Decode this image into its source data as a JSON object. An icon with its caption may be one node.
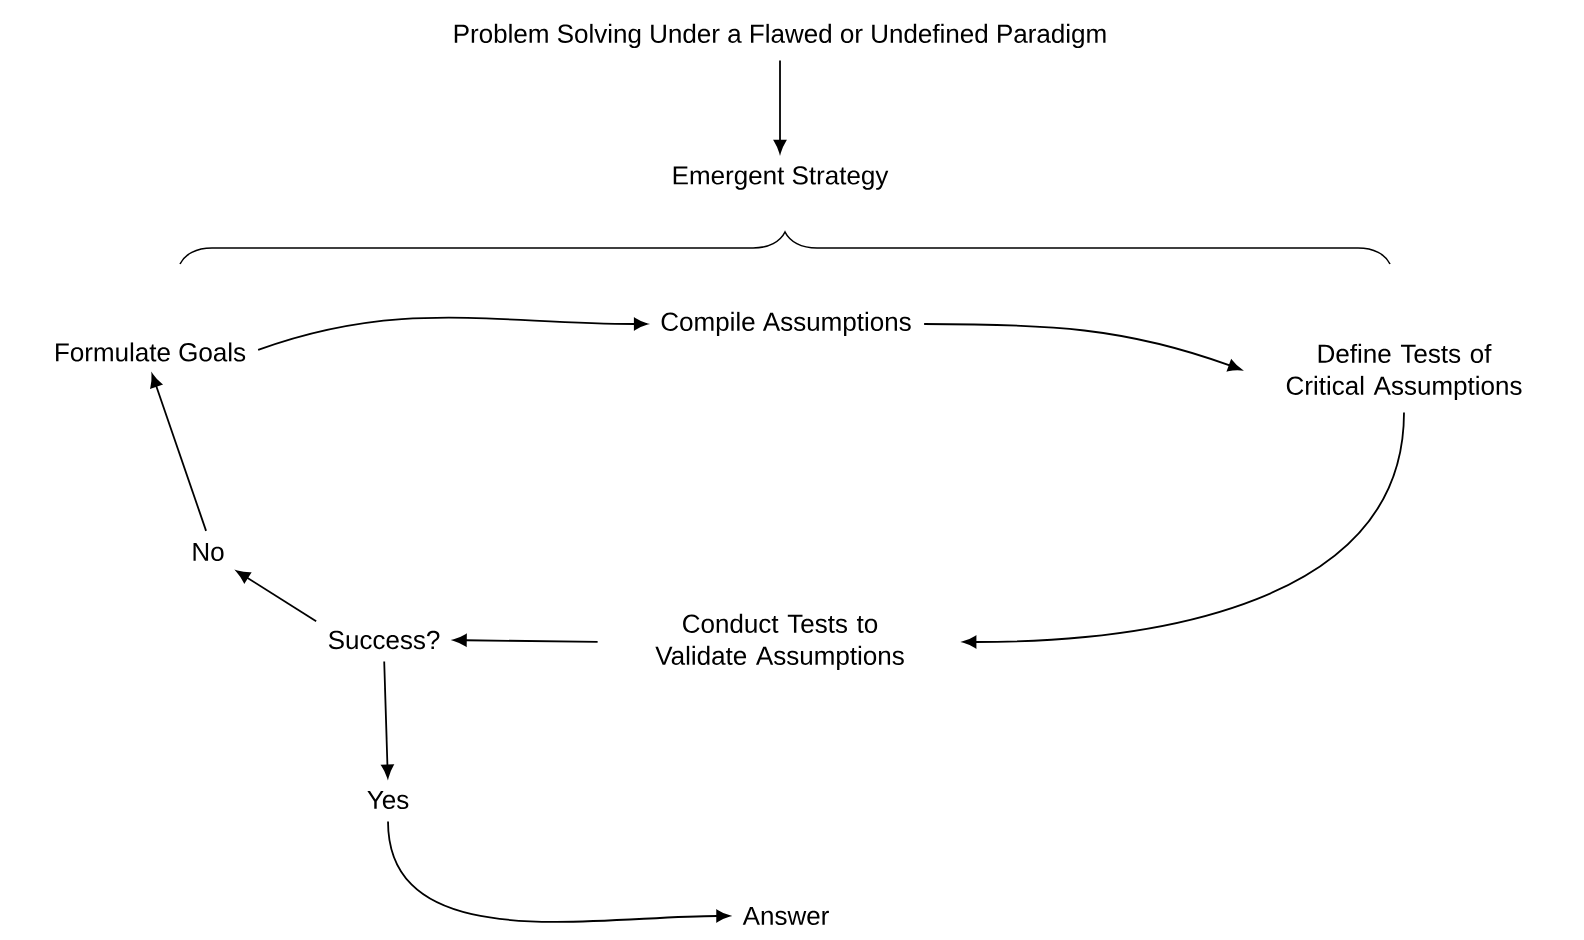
{
  "diagram": {
    "nodes": [
      {
        "text": [
          "Problem Solving Under a Flawed or Undefined Paradigm"
        ]
      },
      {
        "text": [
          "Emergent Strategy"
        ]
      },
      {
        "text": [
          "Formulate Goals"
        ]
      },
      {
        "text": [
          "Compile Assumptions"
        ]
      },
      {
        "text": [
          "Define Tests of Critical Assumptions"
        ]
      },
      {
        "text": [
          "Conduct Tests to Validate Assumptions"
        ]
      },
      {
        "text": [
          "Success?"
        ]
      },
      {
        "text": [
          "No"
        ]
      },
      {
        "text": [
          "Yes"
        ]
      },
      {
        "text": [
          "Answer"
        ]
      }
    ],
    "edges": [
      {
        "from": 0,
        "to": 1,
        "arrow": "to"
      },
      {
        "from": 2,
        "to": 3,
        "arrow": "to"
      },
      {
        "from": 3,
        "to": 4,
        "arrow": "to"
      },
      {
        "from": 4,
        "to": 5,
        "arrow": "to"
      },
      {
        "from": 5,
        "to": 6,
        "arrow": "to"
      },
      {
        "from": 6,
        "to": 7,
        "arrow": "to"
      },
      {
        "from": 7,
        "to": 2,
        "arrow": "to"
      },
      {
        "from": 6,
        "to": 8,
        "arrow": "to"
      },
      {
        "from": 8,
        "to": 9,
        "arrow": "to"
      }
    ]
  }
}
